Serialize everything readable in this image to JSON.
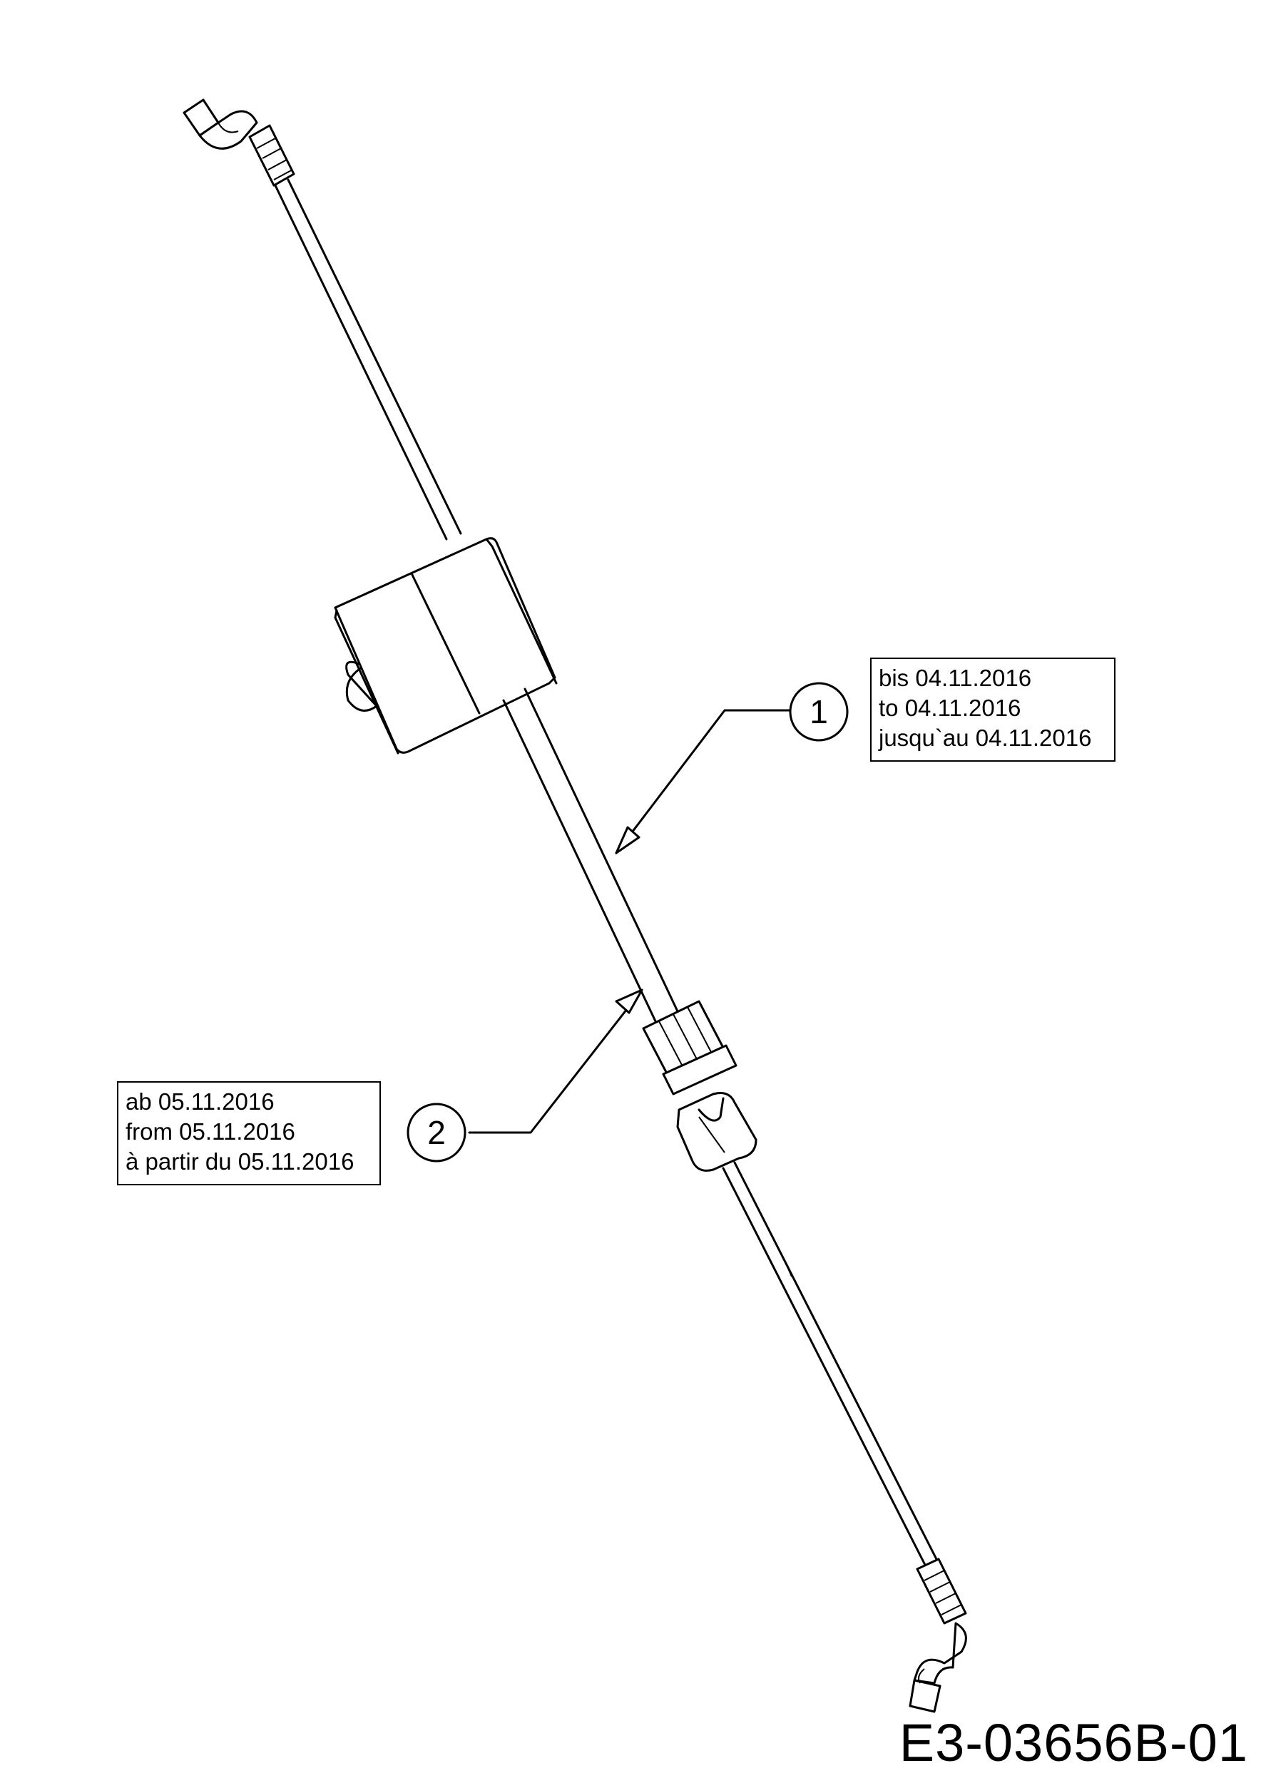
{
  "callouts": [
    {
      "number": "1",
      "lines": [
        "bis 04.11.2016",
        "to 04.11.2016",
        "jusqu`au 04.11.2016"
      ]
    },
    {
      "number": "2",
      "lines": [
        "ab 05.11.2016",
        "from 05.11.2016",
        "à partir du 05.11.2016"
      ]
    }
  ],
  "drawing_code": "E3-03656B-01"
}
